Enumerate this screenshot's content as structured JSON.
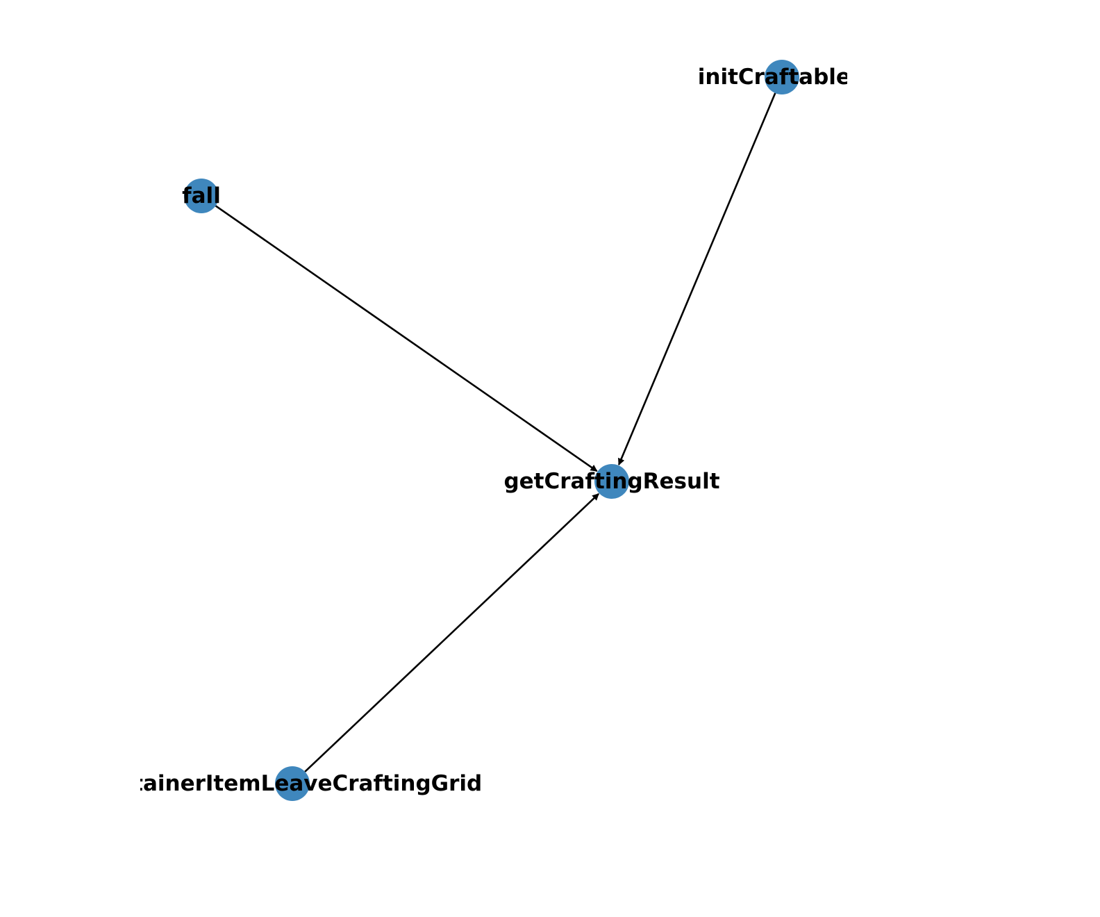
{
  "diagram": {
    "type": "directed-graph",
    "node_color": "#3f87bd",
    "edge_color": "#000000",
    "label_color": "#000000",
    "nodes": [
      {
        "id": "initCraftableS",
        "label": "initCraftableS"
      },
      {
        "id": "fall",
        "label": "fall"
      },
      {
        "id": "getCraftingResult",
        "label": "getCraftingResult"
      },
      {
        "id": "ontainerItemLeaveCraftingGrid",
        "label": "ontainerItemLeaveCraftingGrid"
      }
    ],
    "edges": [
      {
        "source": "initCraftableS",
        "target": "getCraftingResult"
      },
      {
        "source": "fall",
        "target": "getCraftingResult"
      },
      {
        "source": "ontainerItemLeaveCraftingGrid",
        "target": "getCraftingResult"
      }
    ]
  }
}
